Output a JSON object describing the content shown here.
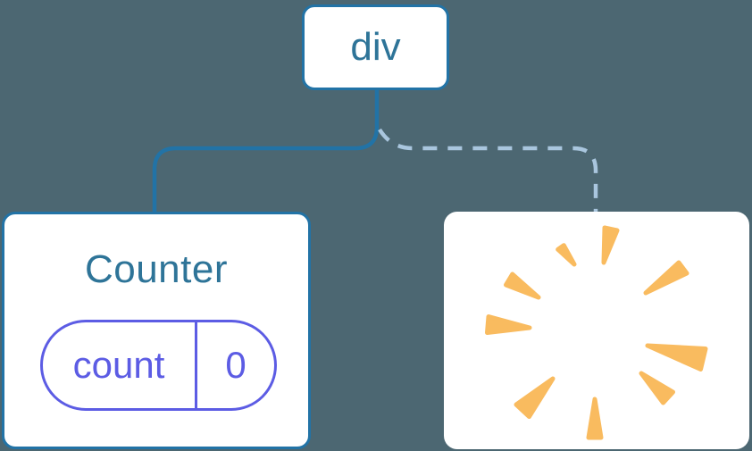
{
  "tree": {
    "root": {
      "label": "div"
    },
    "counter_card": {
      "title": "Counter",
      "state": {
        "key": "count",
        "value": "0"
      }
    },
    "removed_card": {
      "icon": "poof-burst"
    },
    "connectors": {
      "to_counter": "solid",
      "to_removed": "dashed"
    }
  },
  "colors": {
    "background": "#4C6772",
    "line_solid": "#2273A6",
    "line_dashed": "#A9C6DE",
    "node_border": "#2273A6",
    "text_blue": "#2E7498",
    "pill_purple": "#5C5CE4",
    "burst_orange": "#F9BB5F",
    "card_bg": "#FFFFFF"
  }
}
